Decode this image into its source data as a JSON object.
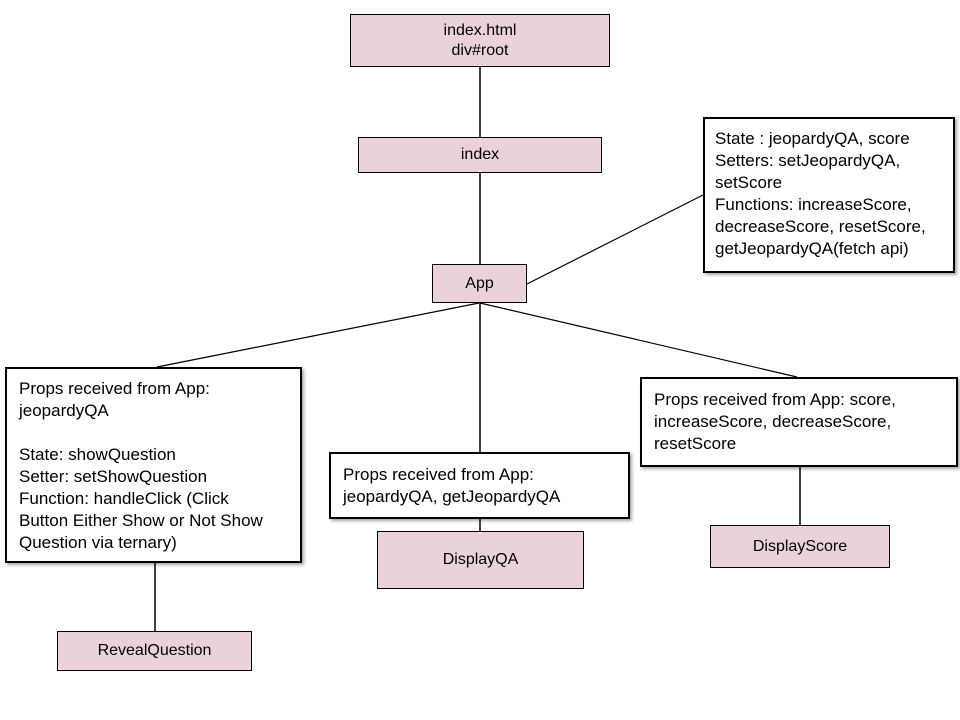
{
  "diagram": {
    "nodes": {
      "root": {
        "label": "index.html\ndiv#root"
      },
      "index": {
        "label": "index"
      },
      "app": {
        "label": "App"
      },
      "displayqa": {
        "label": "DisplayQA"
      },
      "displayscore": {
        "label": "DisplayScore"
      },
      "revealquestion": {
        "label": "RevealQuestion"
      }
    },
    "annotations": {
      "app_state": {
        "text": "State : jeopardyQA, score\nSetters: setJeopardyQA,\nsetScore\nFunctions: increaseScore,\ndecreaseScore, resetScore,\ngetJeopardyQA(fetch api)"
      },
      "revealquestion_props": {
        "text": "Props received from App:\njeopardyQA\n\nState: showQuestion\nSetter: setShowQuestion\nFunction: handleClick (Click\nButton Either Show or Not Show\nQuestion via ternary)"
      },
      "displayqa_props": {
        "text": "Props received from App:\njeopardyQA, getJeopardyQA"
      },
      "displayscore_props": {
        "text": "Props received from App: score,\nincreaseScore, decreaseScore,\nresetScore"
      }
    },
    "colors": {
      "node_fill": "#ead1dc",
      "node_border": "#000000",
      "annotation_fill": "#ffffff",
      "annotation_border": "#000000",
      "connector": "#000000",
      "background": "#ffffff"
    }
  }
}
